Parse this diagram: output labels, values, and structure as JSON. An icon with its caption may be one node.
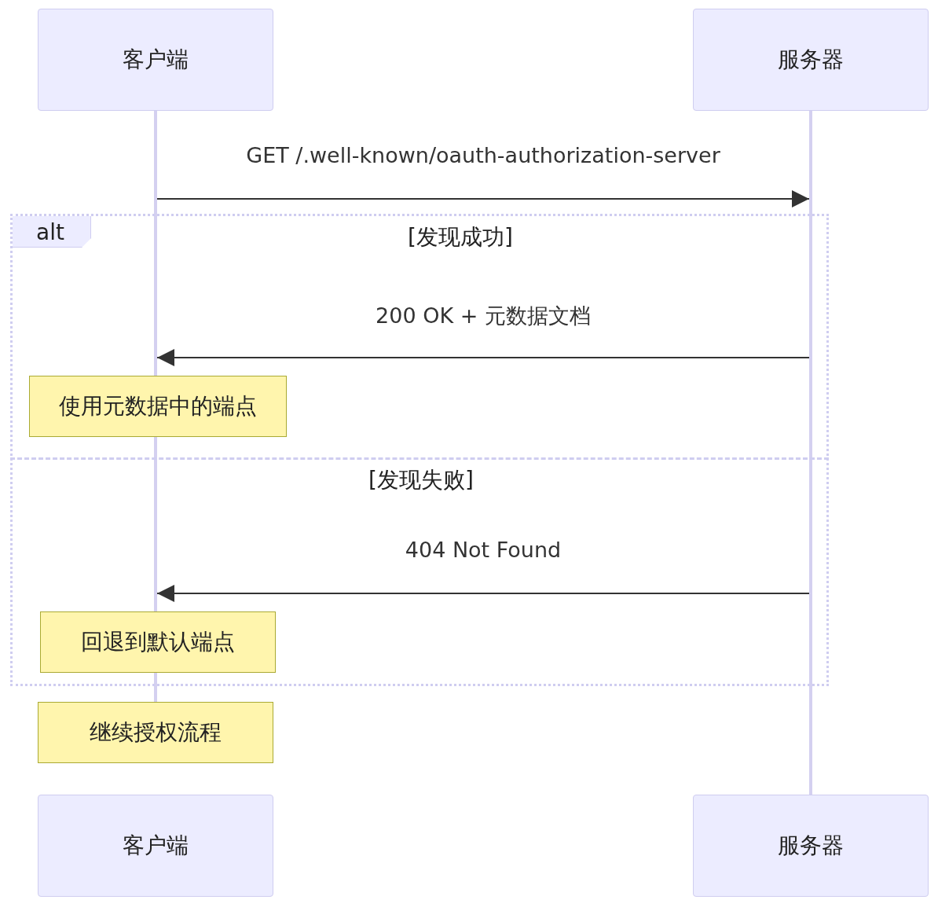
{
  "diagram": {
    "nodes": [
      {
        "text": [
          "客户端"
        ]
      },
      {
        "text": [
          "服务器"
        ]
      },
      {
        "text": [
          "客户端"
        ]
      },
      {
        "text": [
          "服务器"
        ]
      },
      {
        "text": [
          "alt",
          "[发现成功]",
          "[发现失败]"
        ]
      },
      {
        "text": [
          "使用元数据中的端点"
        ],
        "in": 4
      },
      {
        "text": [
          "回退到默认端点"
        ],
        "in": 4
      },
      {
        "text": [
          "继续授权流程"
        ]
      },
      {
        "text": [],
        "shape": "bar"
      },
      {
        "text": [],
        "shape": "bar"
      }
    ],
    "edges": [
      {
        "from": 8,
        "to": 9,
        "arrow": "to",
        "label": "GET /.well-known/oauth-authorization-server"
      },
      {
        "from": 9,
        "to": 8,
        "arrow": "to",
        "label": "200 OK + 元数据文档"
      },
      {
        "from": 9,
        "to": 8,
        "arrow": "to",
        "label": "404 Not Found"
      }
    ]
  }
}
